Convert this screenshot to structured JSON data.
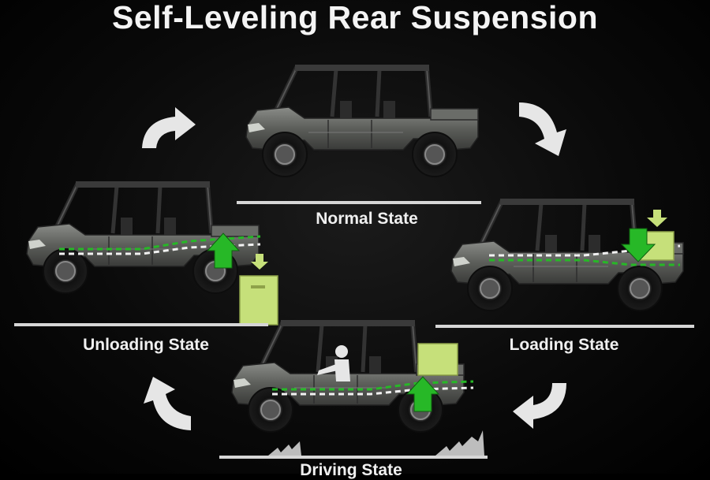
{
  "title": "Self-Leveling Rear Suspension",
  "states": {
    "normal": "Normal State",
    "loading": "Loading State",
    "driving": "Driving State",
    "unloading": "Unloading State"
  },
  "colors": {
    "background": "#000000",
    "vehicle_body": "#5a5c58",
    "accent_green": "#22aa22",
    "cargo_lime": "#c6e07a",
    "arrow_gray": "#e6e6e6",
    "ground_line": "#d0d0d0"
  }
}
